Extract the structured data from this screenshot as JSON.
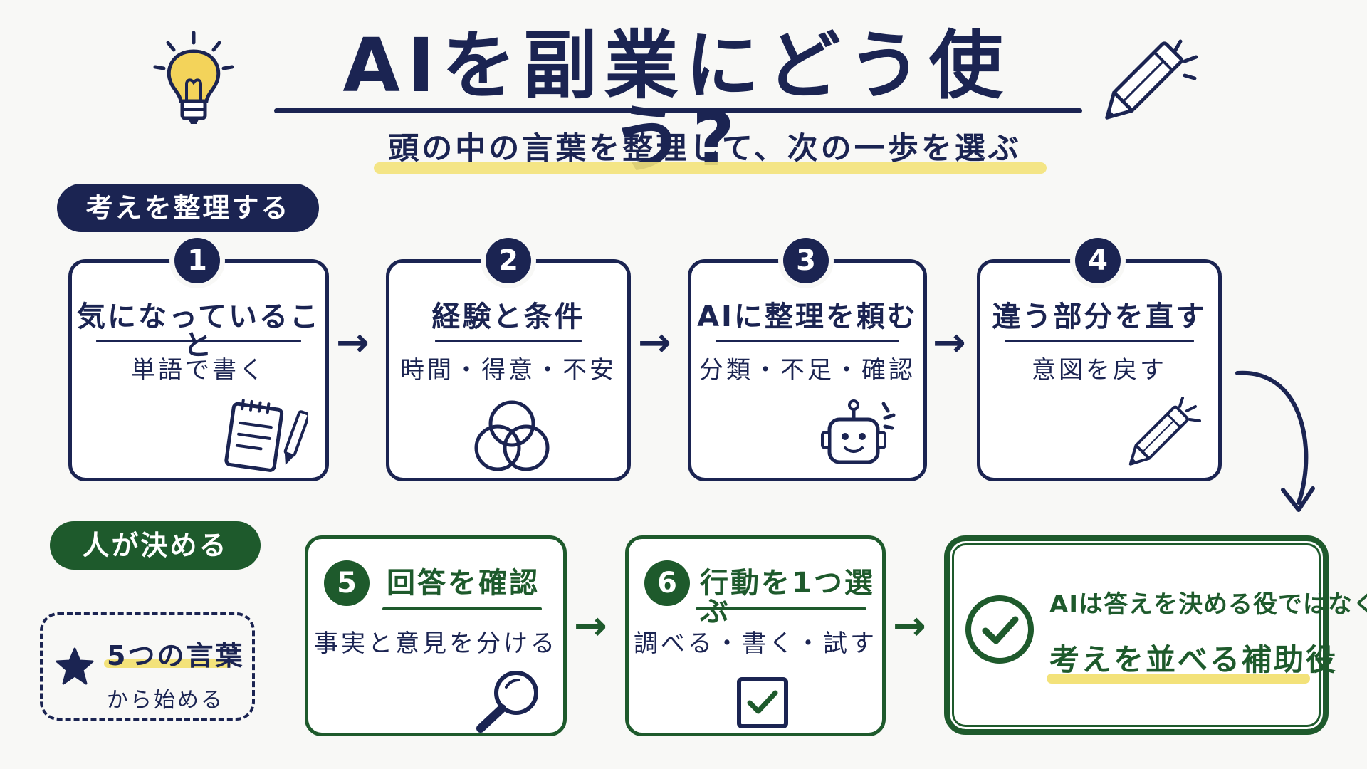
{
  "header": {
    "title": "AIを副業にどう使う?",
    "subtitle": "頭の中の言葉を整理して、次の一歩を選ぶ"
  },
  "section_organize": {
    "label": "考えを整理する"
  },
  "section_decide": {
    "label": "人が決める"
  },
  "steps": [
    {
      "number": "1",
      "title": "気になっていること",
      "subtitle": "単語で書く",
      "icon": "notepad-pencil-icon"
    },
    {
      "number": "2",
      "title": "経験と条件",
      "subtitle": "時間・得意・不安",
      "icon": "venn-circles-icon"
    },
    {
      "number": "3",
      "title": "AIに整理を頼む",
      "subtitle": "分類・不足・確認",
      "icon": "robot-icon"
    },
    {
      "number": "4",
      "title": "違う部分を直す",
      "subtitle": "意図を戻す",
      "icon": "pencil-icon"
    },
    {
      "number": "5",
      "title": "回答を確認",
      "subtitle": "事実と意見を分ける",
      "icon": "magnifier-icon"
    },
    {
      "number": "6",
      "title": "行動を1つ選ぶ",
      "subtitle": "調べる・書く・試す",
      "icon": "checkbox-icon"
    }
  ],
  "note": {
    "line1": "5つの言葉",
    "line2": "から始める",
    "icon": "star-icon"
  },
  "conclusion": {
    "line1": "AIは答えを決める役ではなく、",
    "line2": "考えを並べる補助役",
    "icon": "check-circle-icon"
  },
  "colors": {
    "navy": "#1b2452",
    "green": "#1e5a2c",
    "highlight": "#f3e27a",
    "bulb": "#f3d35a"
  }
}
